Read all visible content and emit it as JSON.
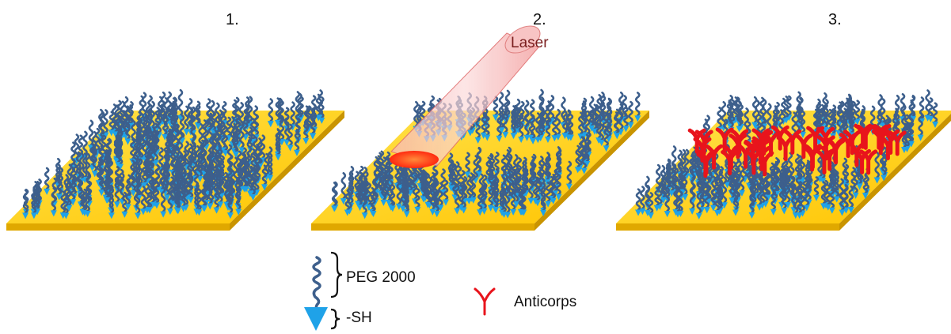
{
  "steps": [
    {
      "number": "1."
    },
    {
      "number": "2."
    },
    {
      "number": "3."
    }
  ],
  "laser_label": "Laser",
  "legend": {
    "peg_label": "PEG 2000",
    "sh_label": "-SH",
    "antibody_label": "Anticorps"
  },
  "colors": {
    "gold_top": "#FFD11A",
    "gold_edge": "#E0A800",
    "peg_chain": "#3D5F8C",
    "thiol": "#1FA2E8",
    "antibody": "#E8141C",
    "laser_beam": "#F4A6A6",
    "laser_spot": "#FF3B1A"
  }
}
